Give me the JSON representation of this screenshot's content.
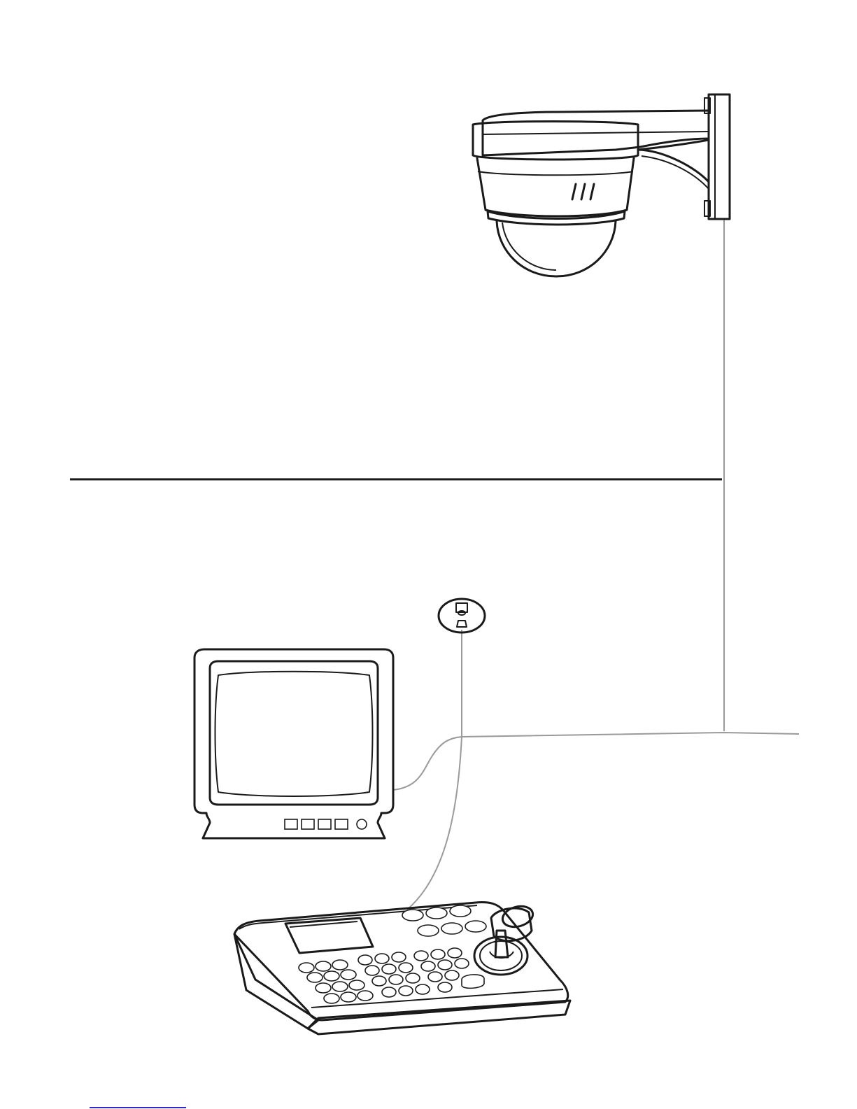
{
  "title": "",
  "components": [
    {
      "id": "dome",
      "kind": "dome-camera",
      "icon": "dome-camera-icon"
    },
    {
      "id": "monitor",
      "kind": "crt-monitor",
      "icon": "monitor-icon"
    },
    {
      "id": "keyboard",
      "kind": "ptz-controller-keyboard",
      "icon": "keyboard-controller-icon"
    },
    {
      "id": "outlet",
      "kind": "cable-connector",
      "icon": "connector-icon"
    }
  ],
  "connections": [
    {
      "from": "dome",
      "to": "cable-bus"
    },
    {
      "from": "outlet",
      "to": "cable-bus"
    },
    {
      "from": "monitor",
      "to": "cable-bus"
    },
    {
      "from": "keyboard",
      "to": "cable-bus"
    }
  ],
  "colors": {
    "line": "#1a1a1a",
    "cable": "#9a9a9a",
    "background": "#ffffff",
    "footer_rule": "#2a2ad0"
  }
}
